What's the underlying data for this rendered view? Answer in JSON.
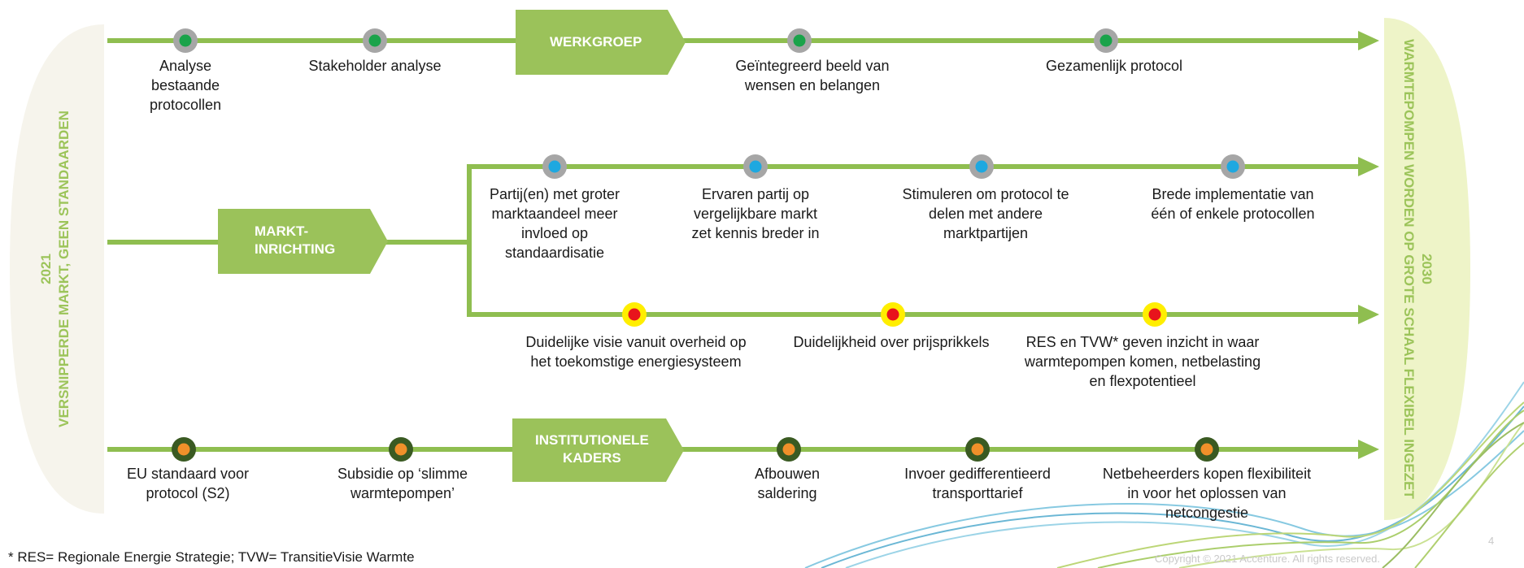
{
  "left_banner": {
    "year": "2021",
    "text": "VERSNIPPERDE MARKT, GEEN STANDAARDEN"
  },
  "right_banner": {
    "year": "2030",
    "text": "WARMTEPOMPEN WORDEN OP GROTE SCHAAL FLEXIBEL INGEZET"
  },
  "chevrons": {
    "werkgroep": "WERKGROEP",
    "marktinrichting": "MARKT-\nINRICHTING",
    "institutionele": "INSTITUTIONELE\nKADERS"
  },
  "tracks": {
    "werkgroep": [
      {
        "label": "Analyse\nbestaande\nprotocollen",
        "marker": "green"
      },
      {
        "label": "Stakeholder analyse",
        "marker": "green"
      },
      {
        "label": "Geïntegreerd beeld van\nwensen en belangen",
        "marker": "green"
      },
      {
        "label": "Gezamenlijk protocol",
        "marker": "green"
      }
    ],
    "markt_upper": [
      {
        "label": "Partij(en) met groter\nmarktaandeel meer\ninvloed op\nstandaardisatie",
        "marker": "blue"
      },
      {
        "label": "Ervaren partij op\nvergelijkbare markt\nzet kennis breder in",
        "marker": "blue"
      },
      {
        "label": "Stimuleren om protocol te\ndelen met andere\nmarktpartijen",
        "marker": "blue"
      },
      {
        "label": "Brede implementatie van\néén of enkele protocollen",
        "marker": "blue"
      }
    ],
    "markt_lower": [
      {
        "label": "Duidelijke visie vanuit overheid op\nhet toekomstige energiesysteem",
        "marker": "red"
      },
      {
        "label": "Duidelijkheid over prijsprikkels",
        "marker": "red"
      },
      {
        "label": "RES en TVW* geven inzicht in waar\nwarmtepompen komen, netbelasting\nen flexpotentieel",
        "marker": "red"
      }
    ],
    "institutioneel": [
      {
        "label": "EU standaard voor\nprotocol (S2)",
        "marker": "orange"
      },
      {
        "label": "Subsidie op ‘slimme\nwarmtepompen’",
        "marker": "orange"
      },
      {
        "label": "Afbouwen\nsaldering",
        "marker": "orange"
      },
      {
        "label": "Invoer gedifferentieerd\ntransporttarief",
        "marker": "orange"
      },
      {
        "label": "Netbeheerders kopen flexibiliteit\nin voor het oplossen van\nnetcongestie",
        "marker": "orange"
      }
    ]
  },
  "footnote": "* RES= Regionale Energie Strategie; TVW= TransitieVisie Warmte",
  "copyright": "Copyright © 2021 Accenture. All rights reserved.",
  "page_number": "4",
  "colors": {
    "line": "#8fbe50",
    "chevron": "#9bc25a",
    "banner_left": "#f6f4ec",
    "banner_right": "#eef4c8",
    "marker_green": "#1aa34a",
    "marker_blue": "#1ea8e0",
    "marker_red": "#e8141c",
    "marker_orange": "#f0902a"
  }
}
